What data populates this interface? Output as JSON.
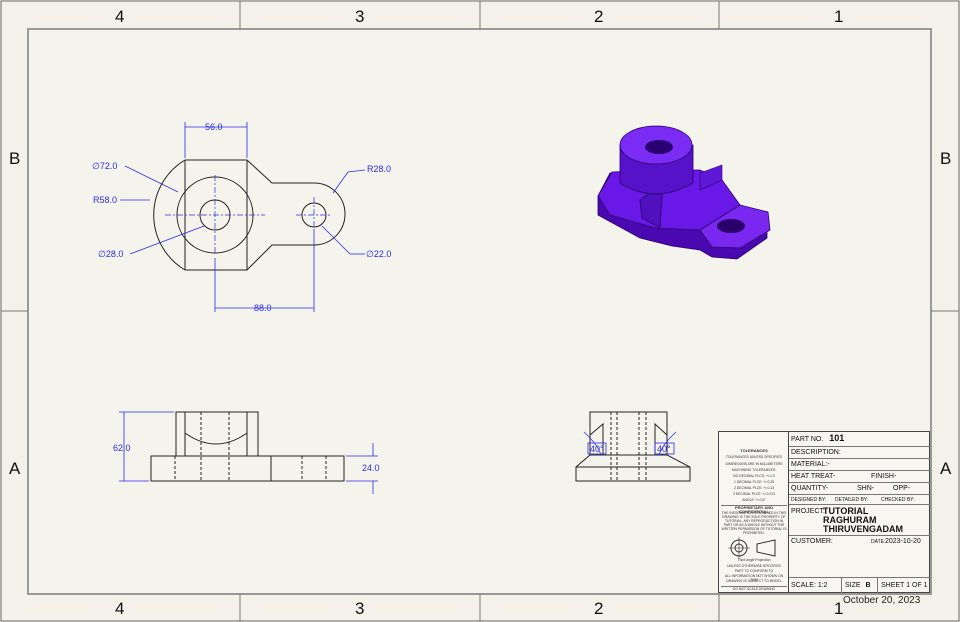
{
  "zones": {
    "top": [
      "4",
      "3",
      "2",
      "1"
    ],
    "bottom": [
      "4",
      "3",
      "2",
      "1"
    ],
    "left": [
      "B",
      "A"
    ],
    "right": [
      "B",
      "A"
    ]
  },
  "dimensions": {
    "width_56": "56.0",
    "dia_72": "∅72.0",
    "r_58": "R58.0",
    "dia_28": "∅28.0",
    "r_28": "R28.0",
    "dia_22": "∅22.0",
    "dist_88": "88.0",
    "height_62": "62.0",
    "height_24": "24.0",
    "angle_left": "40°",
    "angle_right": "40°"
  },
  "title_block": {
    "tolerances_title": "TOLERANCES",
    "tolerance_lines": [
      "TOLERANCES UNLESS SPECIFIED",
      "DIMENSIONS ARE IN MILLIMETERS",
      "MACHINING TOLERANCES:",
      "NO DECIMAL PLCS: +/-1.0",
      "1 DECIMAL PLCE: +/-0.25",
      "2 DECIMAL PLCE: +/-0.13",
      "3 DECIMAL PLCE: +/-0.013",
      "ANGLE: +/-0.5°"
    ],
    "proprietary_title": "PROPRIETARY AND CONFIDENTIAL",
    "proprietary_text": "THE INFORMATION CONTAINED IN THIS DRAWING IS THE SOLE PROPERTY OF TUTORIAL. ANY REPRODUCTION IN PART OR AS A WHOLE WITHOUT THE WRITTEN PERMISSION OF TUTORIAL IS PROHIBITED.",
    "projection_label": "Third angle Projection",
    "notes": [
      "UNLESS OTHERWISE SPECIFIED",
      "PART TO CONFORM TO",
      "ALL INFORMATION NOT SHOWN ON THIS",
      "DRAWING IS SUBJECT TO MODEL"
    ],
    "do_not_scale": "DO NOT SCALE DRAWING",
    "part_no_label": "PART NO.",
    "part_no": "101",
    "description_label": "DESCRIPTION:",
    "material_label": "MATERIAL:-",
    "heat_treat_label": "HEAT TREAT-",
    "finish_label": "FINISH-",
    "quantity_label": "QUANTITY-",
    "shn_label": "SHN-",
    "opp_label": "OPP-",
    "designed_by_label": "DESIGNED BY:",
    "detailed_by_label": "DETAILED BY:",
    "checked_by_label": "CHECKED BY:",
    "project_label": "PROJECT:",
    "project_lines": [
      "TUTORIAL",
      "RAGHURAM",
      "THIRUVENGADAM"
    ],
    "customer_label": "CUSTOMER:",
    "date_label": "DATE:",
    "date": "2023-10-20",
    "scale": "SCALE: 1:2",
    "size_label": "SIZE",
    "size": "B",
    "sheet": "SHEET 1 OF 1"
  },
  "footer_date": "October 20, 2023",
  "colors": {
    "dimension": "#2a2ae8",
    "part_3d": "#6a18e8",
    "part_3d_dark": "#4a08b0",
    "sheet": "#f3f1e9"
  }
}
